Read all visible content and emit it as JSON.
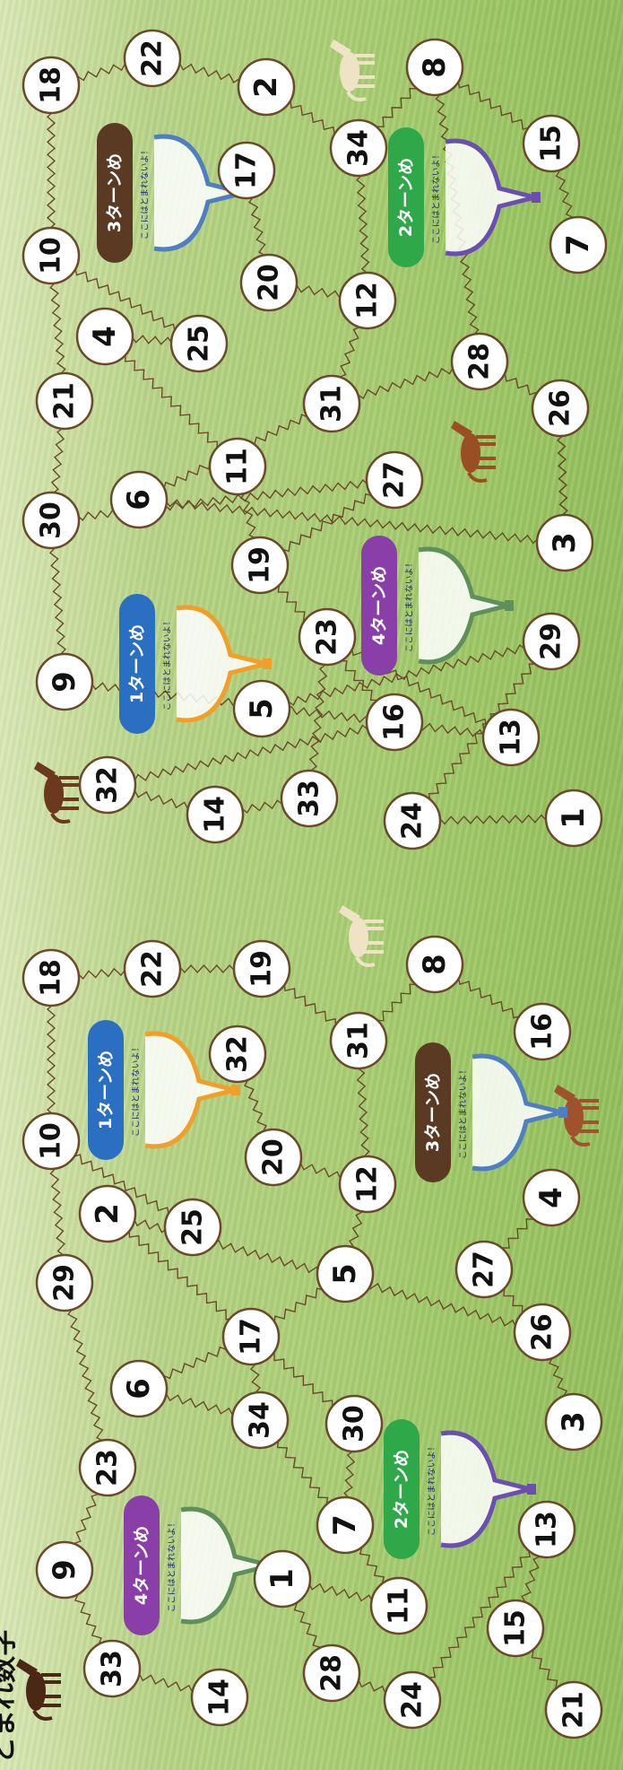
{
  "title": "とまれ数字",
  "board_a": {
    "nodes": [
      "18",
      "22",
      "2",
      "8",
      "15",
      "7",
      "10",
      "17",
      "34",
      "20",
      "12",
      "4",
      "25",
      "21",
      "28",
      "31",
      "26",
      "11",
      "30",
      "6",
      "27",
      "19",
      "3",
      "9",
      "23",
      "29",
      "5",
      "16",
      "32",
      "13",
      "33",
      "14",
      "24",
      "1"
    ],
    "turns": [
      {
        "label": "3ターンめ",
        "sub": "ここにはとまれないよ！",
        "color": "#5a3a22",
        "frame": "#4f7fc2"
      },
      {
        "label": "2ターンめ",
        "sub": "ここにはとまれないよ！",
        "color": "#2fa84a",
        "frame": "#6a4fb0"
      },
      {
        "label": "1ターンめ",
        "sub": "ここにはとまれないよ！",
        "color": "#2a6fc2",
        "frame": "#f0a02a"
      },
      {
        "label": "4ターンめ",
        "sub": "ここにはとまれないよ！",
        "color": "#8a3fa8",
        "frame": "#5f8f5a"
      }
    ]
  },
  "board_b": {
    "nodes": [
      "18",
      "22",
      "19",
      "8",
      "10",
      "32",
      "31",
      "16",
      "2",
      "20",
      "12",
      "25",
      "29",
      "5",
      "27",
      "4",
      "6",
      "17",
      "26",
      "23",
      "34",
      "30",
      "3",
      "9",
      "7",
      "1",
      "13",
      "11",
      "33",
      "28",
      "15",
      "14",
      "24",
      "21"
    ],
    "turns": [
      {
        "label": "1ターンめ",
        "sub": "ここにはとまれないよ！",
        "color": "#2a6fc2",
        "frame": "#f0a02a"
      },
      {
        "label": "3ターンめ",
        "sub": "ここにはとまれないよ！",
        "color": "#5a3a22",
        "frame": "#4f7fc2"
      },
      {
        "label": "2ターンめ",
        "sub": "ここにはとまれないよ！",
        "color": "#2fa84a",
        "frame": "#6a4fb0"
      },
      {
        "label": "4ターンめ",
        "sub": "ここにはとまれないよ！",
        "color": "#8a3fa8",
        "frame": "#5f8f5a"
      }
    ]
  },
  "animals": [
    "horse-icon",
    "horse-icon",
    "horse-icon",
    "alpaca-icon",
    "alpaca-icon"
  ]
}
